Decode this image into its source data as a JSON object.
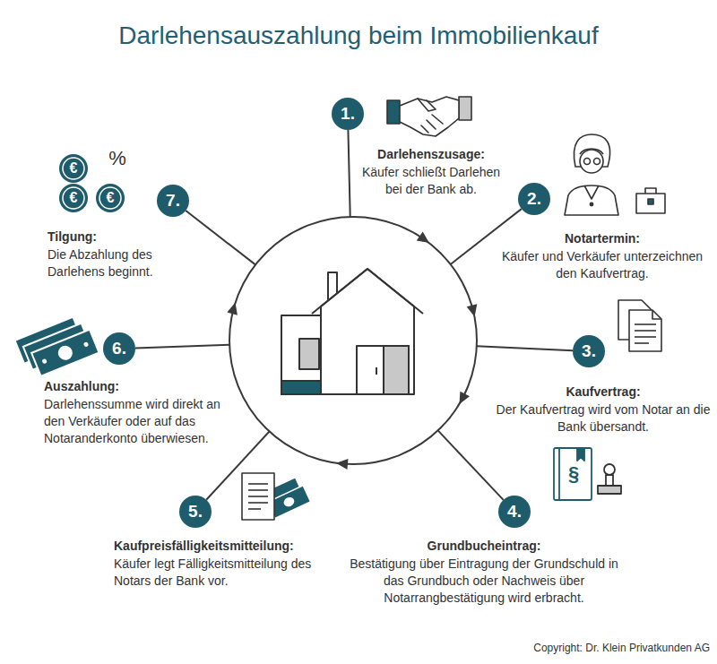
{
  "diagram": {
    "title": "Darlehensauszahlung beim Immobilienkauf",
    "nodes": [
      {
        "text": [
          "1.",
          "Darlehenszusage:",
          "Käufer schließt Darlehen bei der Bank ab."
        ]
      },
      {
        "text": [
          "2.",
          "Notartermin:",
          "Käufer und Verkäufer unterzeichnen den Kaufvertrag."
        ]
      },
      {
        "text": [
          "3.",
          "Kaufvertrag:",
          "Der Kaufvertrag wird vom Notar an die Bank übersandt."
        ]
      },
      {
        "text": [
          "4.",
          "Grundbucheintrag:",
          "Bestätigung über Eintragung der Grundschuld in das Grundbuch oder Nachweis über Notarrangbestätigung wird erbracht."
        ]
      },
      {
        "text": [
          "5.",
          "Kaufpreisfälligkeitsmitteilung:",
          "Käufer legt Fälligkeitsmitteilung des Notars der Bank vor."
        ]
      },
      {
        "text": [
          "6.",
          "Auszahlung:",
          "Darlehenssumme wird direkt an den Verkäufer oder auf das Notaranderkonto überwiesen."
        ]
      },
      {
        "text": [
          "7.",
          "Tilgung:",
          "Die Abzahlung des Darlehens beginnt."
        ]
      }
    ],
    "labels": [
      "%",
      "€",
      "€",
      "€",
      "§",
      "Copyright: Dr. Klein Privatkunden AG"
    ]
  }
}
